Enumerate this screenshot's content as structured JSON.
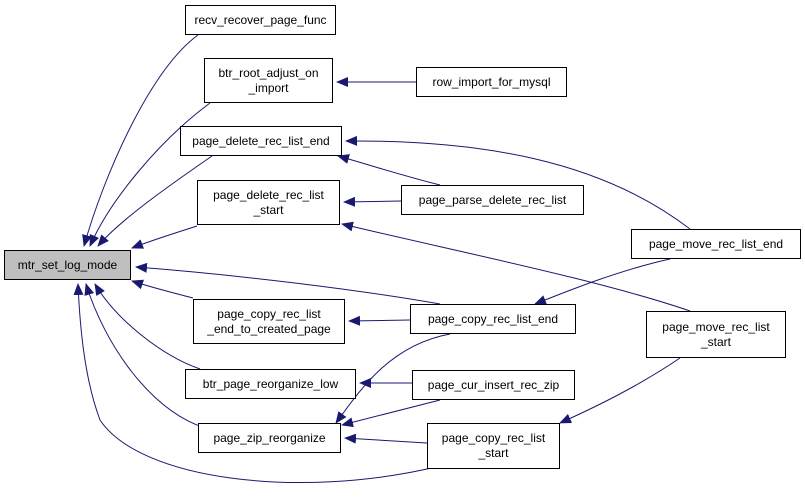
{
  "graph": {
    "edge_color": "#191970",
    "root_fill": "#bfbfbf",
    "nodes": {
      "mtr_set_log_mode": [
        "mtr_set_log_mode"
      ],
      "recv_recover_page_func": [
        "recv_recover_page_func"
      ],
      "btr_root_adjust_on_import": [
        "btr_root_adjust_on",
        "_import"
      ],
      "row_import_for_mysql": [
        "row_import_for_mysql"
      ],
      "page_delete_rec_list_end": [
        "page_delete_rec_list_end"
      ],
      "page_delete_rec_list_start": [
        "page_delete_rec_list",
        "_start"
      ],
      "page_parse_delete_rec_list": [
        "page_parse_delete_rec_list"
      ],
      "page_move_rec_list_end": [
        "page_move_rec_list_end"
      ],
      "page_copy_rec_list_end_to_created_page": [
        "page_copy_rec_list",
        "_end_to_created_page"
      ],
      "page_copy_rec_list_end": [
        "page_copy_rec_list_end"
      ],
      "page_move_rec_list_start": [
        "page_move_rec_list",
        "_start"
      ],
      "btr_page_reorganize_low": [
        "btr_page_reorganize_low"
      ],
      "page_cur_insert_rec_zip": [
        "page_cur_insert_rec_zip"
      ],
      "page_zip_reorganize": [
        "page_zip_reorganize"
      ],
      "page_copy_rec_list_start": [
        "page_copy_rec_list",
        "_start"
      ]
    },
    "edges": [
      [
        "recv_recover_page_func",
        "mtr_set_log_mode"
      ],
      [
        "btr_root_adjust_on_import",
        "mtr_set_log_mode"
      ],
      [
        "page_delete_rec_list_end",
        "mtr_set_log_mode"
      ],
      [
        "page_delete_rec_list_start",
        "mtr_set_log_mode"
      ],
      [
        "page_copy_rec_list_end_to_created_page",
        "mtr_set_log_mode"
      ],
      [
        "btr_page_reorganize_low",
        "mtr_set_log_mode"
      ],
      [
        "page_zip_reorganize",
        "mtr_set_log_mode"
      ],
      [
        "page_copy_rec_list_end",
        "mtr_set_log_mode"
      ],
      [
        "page_copy_rec_list_start",
        "mtr_set_log_mode"
      ],
      [
        "row_import_for_mysql",
        "btr_root_adjust_on_import"
      ],
      [
        "page_parse_delete_rec_list",
        "page_delete_rec_list_end"
      ],
      [
        "page_move_rec_list_end",
        "page_delete_rec_list_end"
      ],
      [
        "page_parse_delete_rec_list",
        "page_delete_rec_list_start"
      ],
      [
        "page_move_rec_list_start",
        "page_delete_rec_list_start"
      ],
      [
        "page_copy_rec_list_end",
        "page_copy_rec_list_end_to_created_page"
      ],
      [
        "page_move_rec_list_end",
        "page_copy_rec_list_end"
      ],
      [
        "page_cur_insert_rec_zip",
        "btr_page_reorganize_low"
      ],
      [
        "page_copy_rec_list_end",
        "page_zip_reorganize"
      ],
      [
        "page_cur_insert_rec_zip",
        "page_zip_reorganize"
      ],
      [
        "page_copy_rec_list_start",
        "page_zip_reorganize"
      ],
      [
        "page_move_rec_list_start",
        "page_copy_rec_list_start"
      ]
    ]
  }
}
